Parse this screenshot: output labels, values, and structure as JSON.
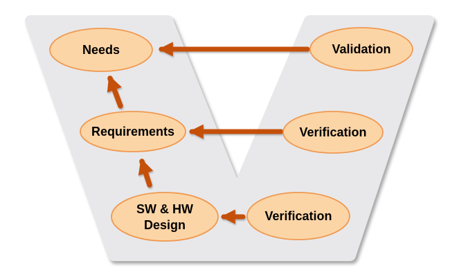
{
  "colors": {
    "background": "#ffffff",
    "v_fill": "#e8e8ea",
    "node_fill": "#fcd5a7",
    "node_stroke": "#f0994f",
    "arrow": "#c5500a",
    "label": "#000000"
  },
  "nodes": [
    {
      "id": "needs",
      "label": "Needs"
    },
    {
      "id": "requirements",
      "label": "Requirements"
    },
    {
      "id": "sw-hw-design",
      "label": "SW & HW Design",
      "label_lines": [
        "SW & HW",
        "Design"
      ]
    },
    {
      "id": "validation",
      "label": "Validation"
    },
    {
      "id": "verification-mid",
      "label": "Verification"
    },
    {
      "id": "verification-bottom",
      "label": "Verification"
    }
  ],
  "edges": [
    {
      "from": "validation",
      "to": "needs",
      "direction": "left"
    },
    {
      "from": "verification-mid",
      "to": "requirements",
      "direction": "left"
    },
    {
      "from": "verification-bottom",
      "to": "sw-hw-design",
      "direction": "left"
    },
    {
      "from": "requirements",
      "to": "needs",
      "direction": "up"
    },
    {
      "from": "sw-hw-design",
      "to": "requirements",
      "direction": "up"
    }
  ]
}
